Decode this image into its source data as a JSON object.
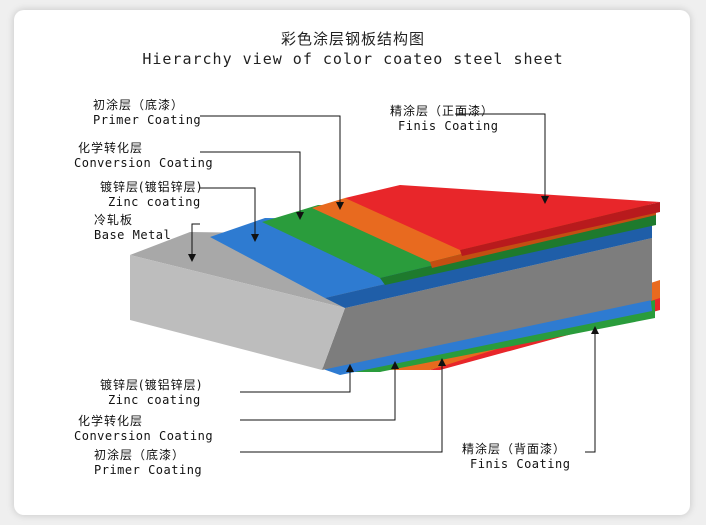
{
  "title": {
    "cn": "彩色涂层钢板结构图",
    "en": "Hierarchy view of color coateo steel sheet"
  },
  "labels": {
    "primer_top": {
      "cn": "初涂层（底漆）",
      "en": "Primer Coating"
    },
    "conversion_top": {
      "cn": "化学转化层",
      "en": "Conversion Coating"
    },
    "zinc_top": {
      "cn": "镀锌层(镀铝锌层)",
      "en": "Zinc coating"
    },
    "base": {
      "cn": "冷轧板",
      "en": "Base Metal"
    },
    "finish_top": {
      "cn": "精涂层（正面漆）",
      "en": "Finis Coating"
    },
    "zinc_bottom": {
      "cn": "镀锌层(镀铝锌层)",
      "en": "Zinc coating"
    },
    "conversion_bottom": {
      "cn": "化学转化层",
      "en": "Conversion Coating"
    },
    "primer_bottom": {
      "cn": "初涂层（底漆）",
      "en": "Primer Coating"
    },
    "finish_bottom": {
      "cn": "精涂层（背面漆）",
      "en": "Finis Coating"
    }
  },
  "layer_colors": {
    "base_top": "#a6a6a6",
    "base_front": "#7f7f7f",
    "zinc": "#2e7bd1",
    "conversion": "#2a9c3c",
    "primer": "#e86a1f",
    "finish": "#e8262a"
  }
}
